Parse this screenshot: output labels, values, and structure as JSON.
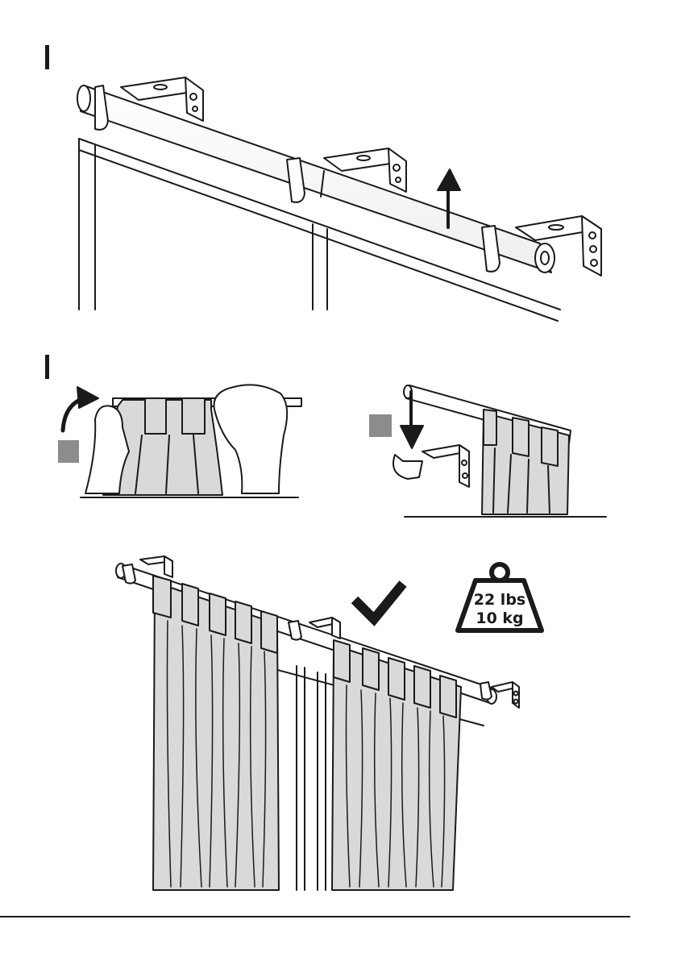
{
  "steps": [
    "step-1",
    "step-2"
  ],
  "weight_limit": {
    "lbs": "22 lbs",
    "kg": "10 kg"
  },
  "colors": {
    "line": "#1a1a1a",
    "curtain": "#d9d9d9",
    "marker": "#8c8c8c",
    "bracket": "#e8e8e8"
  },
  "icons": [
    "up-arrow-icon",
    "curved-arrow-icon",
    "down-arrow-icon",
    "checkmark-icon",
    "weight-icon"
  ]
}
